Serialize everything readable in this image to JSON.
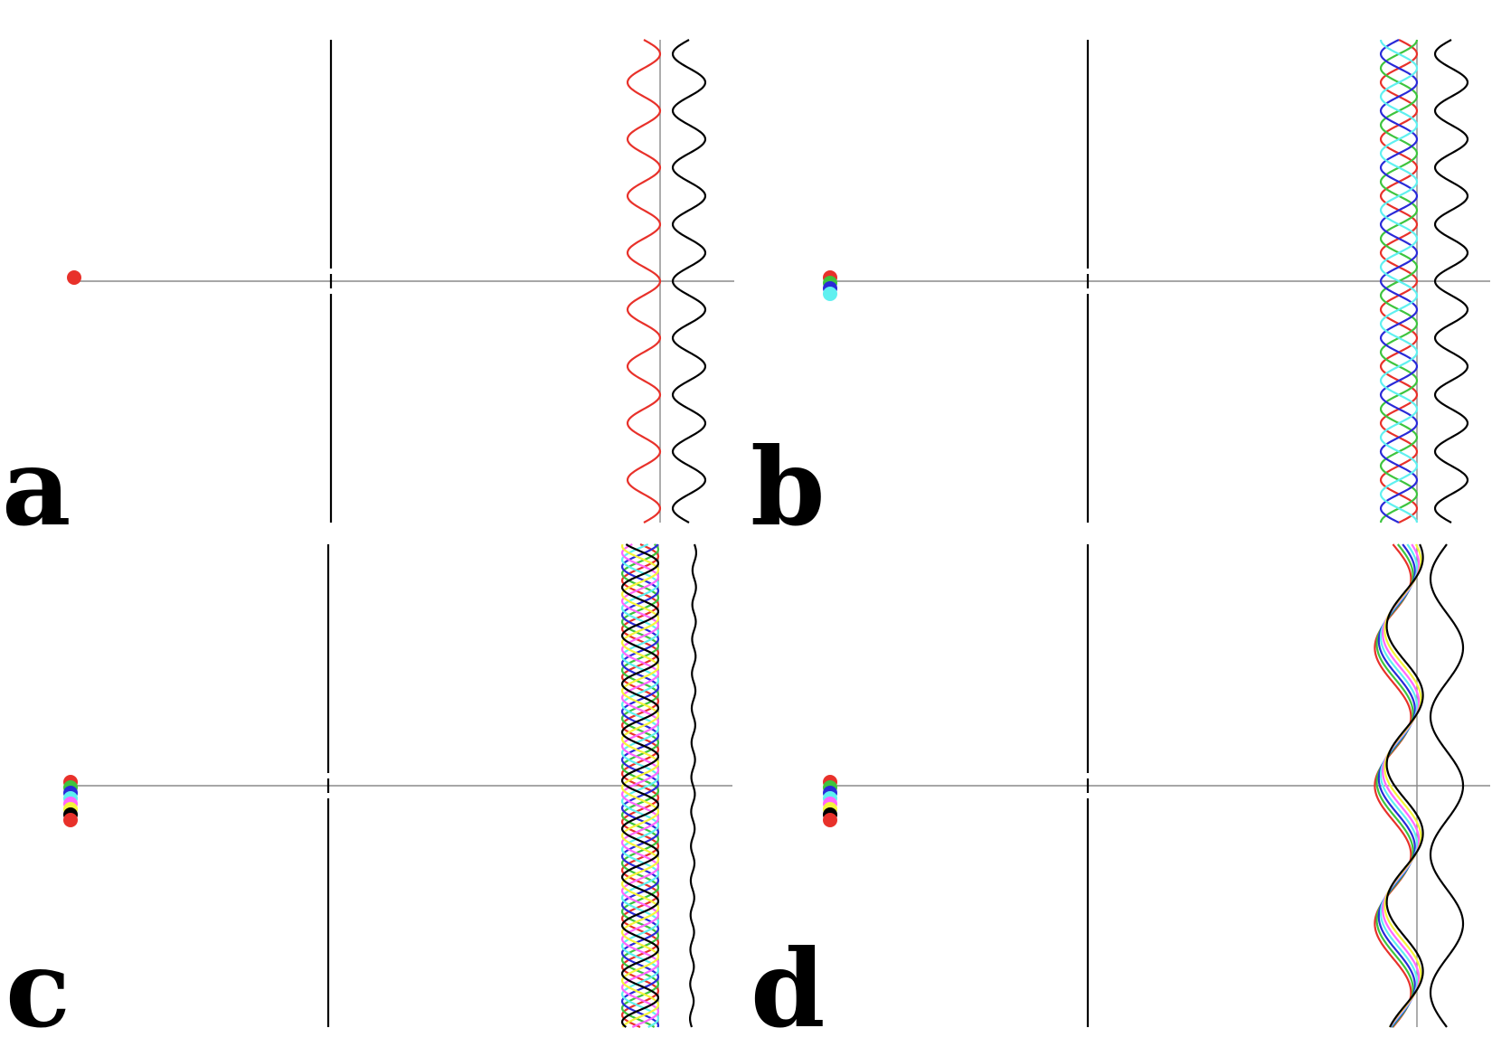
{
  "figure": {
    "panels": [
      {
        "label": "a",
        "sources": [
          {
            "color": "#e8312a"
          }
        ],
        "waves": [
          {
            "color": "#e8312a"
          }
        ],
        "intensity_fringes": 8.5
      },
      {
        "label": "b",
        "sources": [
          {
            "color": "#e8312a"
          },
          {
            "color": "#3ec43e"
          },
          {
            "color": "#2a2ad8"
          },
          {
            "color": "#5ff0f0"
          }
        ],
        "waves": [
          {
            "color": "#e8312a"
          },
          {
            "color": "#3ec43e"
          },
          {
            "color": "#2a2ad8"
          },
          {
            "color": "#5ff0f0"
          }
        ],
        "intensity_fringes": 8.5
      },
      {
        "label": "c",
        "sources": [
          {
            "color": "#e8312a"
          },
          {
            "color": "#3ec43e"
          },
          {
            "color": "#2a2ad8"
          },
          {
            "color": "#5ff0f0"
          },
          {
            "color": "#ff66ff"
          },
          {
            "color": "#f5f53a"
          },
          {
            "color": "#000000"
          },
          {
            "color": "#e8312a"
          }
        ],
        "waves": [
          {
            "color": "#e8312a"
          },
          {
            "color": "#3ec43e"
          },
          {
            "color": "#2a2ad8"
          },
          {
            "color": "#5ff0f0"
          },
          {
            "color": "#ff66ff"
          },
          {
            "color": "#f5f53a"
          },
          {
            "color": "#000000"
          }
        ],
        "intensity_fringes": 0
      },
      {
        "label": "d",
        "sources": [
          {
            "color": "#e8312a"
          },
          {
            "color": "#3ec43e"
          },
          {
            "color": "#2a2ad8"
          },
          {
            "color": "#5ff0f0"
          },
          {
            "color": "#ff66ff"
          },
          {
            "color": "#f5f53a"
          },
          {
            "color": "#000000"
          },
          {
            "color": "#e8312a"
          }
        ],
        "waves": [
          {
            "color": "#e8312a"
          },
          {
            "color": "#3ec43e"
          },
          {
            "color": "#2a2ad8"
          },
          {
            "color": "#5ff0f0"
          },
          {
            "color": "#ff66ff"
          },
          {
            "color": "#f5f53a"
          },
          {
            "color": "#000000"
          }
        ],
        "intensity_fringes": 3.5
      }
    ],
    "colors": {
      "axis": "#8a8a8a",
      "slit": "#000000",
      "intensity": "#000000"
    }
  }
}
